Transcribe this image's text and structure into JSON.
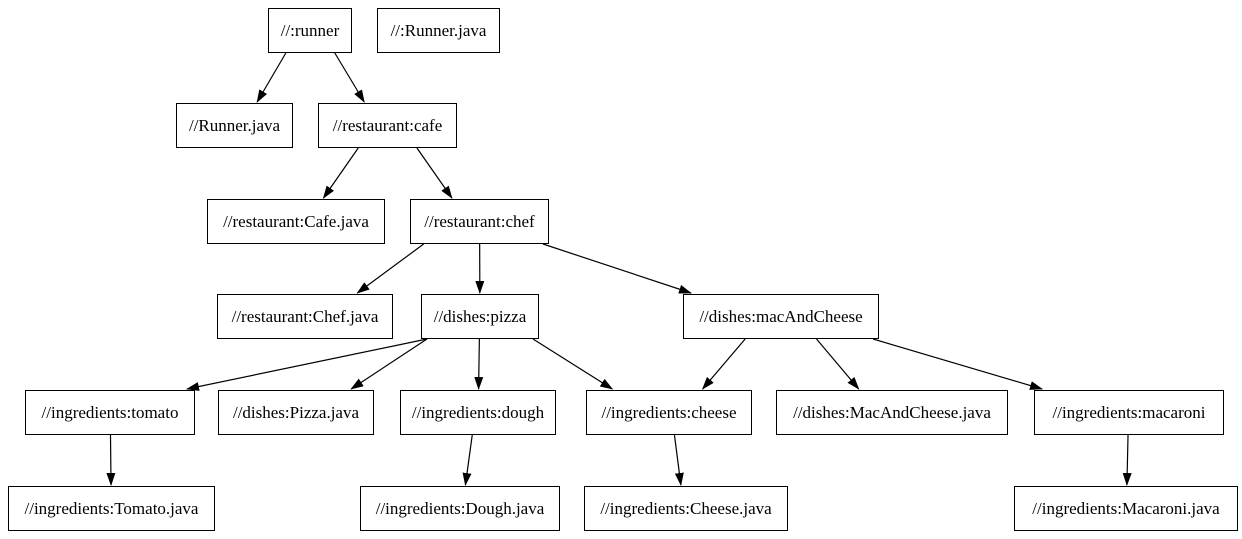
{
  "diagram": {
    "type": "dependency-graph",
    "background_color": "#ffffff",
    "node_fill": "#ffffff",
    "node_border_color": "#000000",
    "edge_color": "#000000",
    "text_color": "#000000",
    "nodes": [
      {
        "id": "runner",
        "label": "//:runner"
      },
      {
        "id": "root-runner-java",
        "label": "//:Runner.java"
      },
      {
        "id": "runner-java-file",
        "label": "//Runner.java"
      },
      {
        "id": "cafe",
        "label": "//restaurant:cafe"
      },
      {
        "id": "cafe-java",
        "label": "//restaurant:Cafe.java"
      },
      {
        "id": "chef",
        "label": "//restaurant:chef"
      },
      {
        "id": "chef-java",
        "label": "//restaurant:Chef.java"
      },
      {
        "id": "pizza",
        "label": "//dishes:pizza"
      },
      {
        "id": "mac-and-cheese",
        "label": "//dishes:macAndCheese"
      },
      {
        "id": "tomato",
        "label": "//ingredients:tomato"
      },
      {
        "id": "pizza-java",
        "label": "//dishes:Pizza.java"
      },
      {
        "id": "dough",
        "label": "//ingredients:dough"
      },
      {
        "id": "cheese",
        "label": "//ingredients:cheese"
      },
      {
        "id": "mac-and-cheese-java",
        "label": "//dishes:MacAndCheese.java"
      },
      {
        "id": "macaroni",
        "label": "//ingredients:macaroni"
      },
      {
        "id": "tomato-java",
        "label": "//ingredients:Tomato.java"
      },
      {
        "id": "dough-java",
        "label": "//ingredients:Dough.java"
      },
      {
        "id": "cheese-java",
        "label": "//ingredients:Cheese.java"
      },
      {
        "id": "macaroni-java",
        "label": "//ingredients:Macaroni.java"
      }
    ],
    "edges": [
      {
        "from": "runner",
        "to": "runner-java-file"
      },
      {
        "from": "runner",
        "to": "cafe"
      },
      {
        "from": "cafe",
        "to": "cafe-java"
      },
      {
        "from": "cafe",
        "to": "chef"
      },
      {
        "from": "chef",
        "to": "chef-java"
      },
      {
        "from": "chef",
        "to": "pizza"
      },
      {
        "from": "chef",
        "to": "mac-and-cheese"
      },
      {
        "from": "pizza",
        "to": "tomato"
      },
      {
        "from": "pizza",
        "to": "pizza-java"
      },
      {
        "from": "pizza",
        "to": "dough"
      },
      {
        "from": "pizza",
        "to": "cheese"
      },
      {
        "from": "mac-and-cheese",
        "to": "cheese"
      },
      {
        "from": "mac-and-cheese",
        "to": "mac-and-cheese-java"
      },
      {
        "from": "mac-and-cheese",
        "to": "macaroni"
      },
      {
        "from": "tomato",
        "to": "tomato-java"
      },
      {
        "from": "dough",
        "to": "dough-java"
      },
      {
        "from": "cheese",
        "to": "cheese-java"
      },
      {
        "from": "macaroni",
        "to": "macaroni-java"
      }
    ]
  }
}
